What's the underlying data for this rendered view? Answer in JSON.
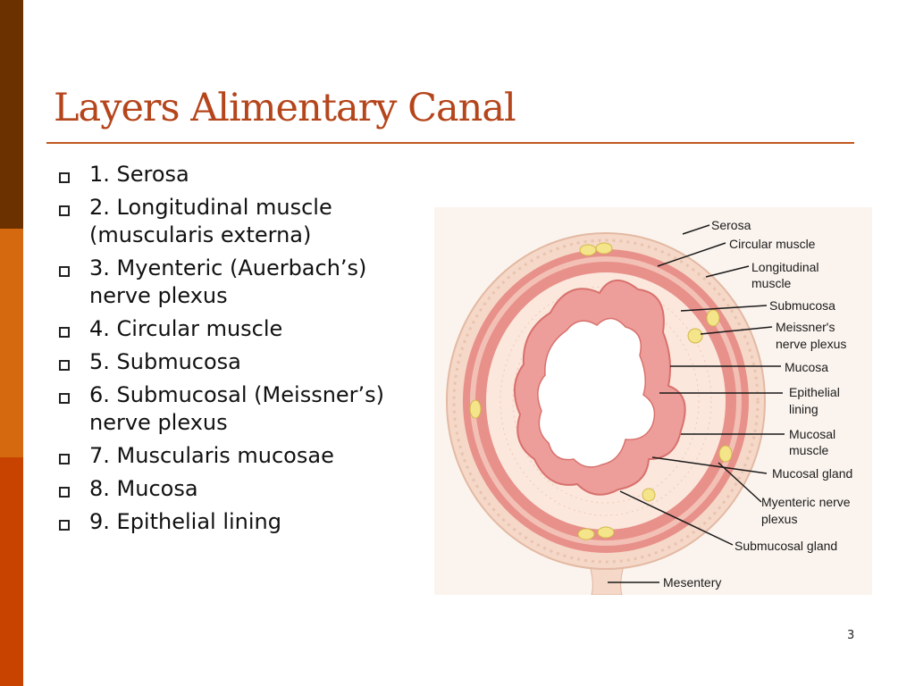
{
  "slide": {
    "title": "Layers Alimentary Canal",
    "page_number": "3",
    "bullets": [
      "1.  Serosa",
      "2.  Longitudinal muscle (muscularis externa)",
      "3.  Myenteric (Auerbach’s) nerve plexus",
      "4.  Circular muscle",
      "5.  Submucosa",
      "6.  Submucosal (Meissner’s) nerve plexus",
      "7.  Muscularis mucosae",
      "8.  Mucosa",
      "9.  Epithelial lining"
    ]
  },
  "diagram": {
    "labels": {
      "serosa": "Serosa",
      "circular_muscle": "Circular muscle",
      "longitudinal_1": "Longitudinal",
      "longitudinal_2": "muscle",
      "submucosa": "Submucosa",
      "meissner_1": "Meissner's",
      "meissner_2": "nerve plexus",
      "mucosa": "Mucosa",
      "epithelial_1": "Epithelial",
      "epithelial_2": "lining",
      "mucosal_muscle_1": "Mucosal",
      "mucosal_muscle_2": "muscle",
      "mucosal_gland": "Mucosal gland",
      "myenteric_1": "Myenteric nerve",
      "myenteric_2": "plexus",
      "submucosal_gland": "Submucosal gland",
      "mesentery": "Mesentery"
    }
  },
  "colors": {
    "title": "#b5451b",
    "rule": "#c0571f",
    "bar_top": "#6b3200",
    "bar_mid": "#d4690f",
    "bar_bottom": "#c84200",
    "tissue_outer": "#f5d8c8",
    "muscle": "#e8908a",
    "submucosa": "#fbe7dc",
    "mucosa": "#ee9e9a",
    "nerve": "#f5e58a"
  }
}
